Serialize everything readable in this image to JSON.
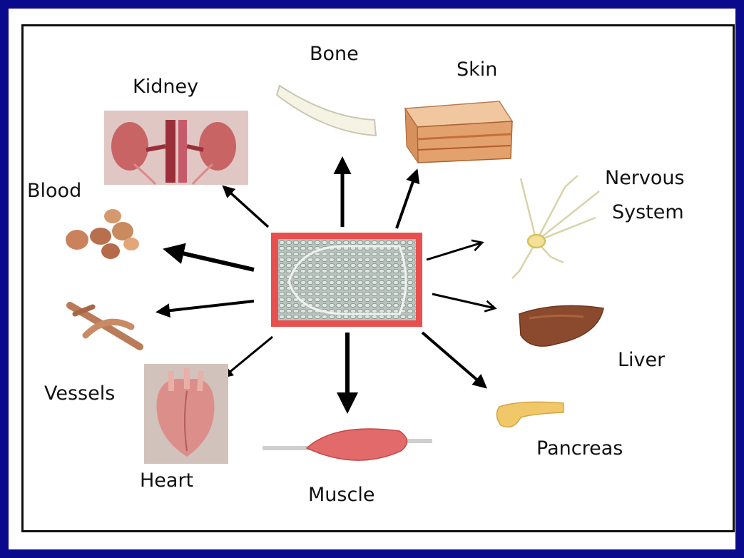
{
  "colors": {
    "outer_border": "#0a0a8c",
    "panel_border": "#111111",
    "center_frame": "#e85050",
    "arrow": "#000000"
  },
  "labels": {
    "bone": "Bone",
    "skin": "Skin",
    "kidney": "Kidney",
    "blood": "Blood",
    "nervous_line1": "Nervous",
    "nervous_line2": "System",
    "liver": "Liver",
    "vessels": "Vessels",
    "heart": "Heart",
    "muscle": "Muscle",
    "pancreas": "Pancreas"
  }
}
